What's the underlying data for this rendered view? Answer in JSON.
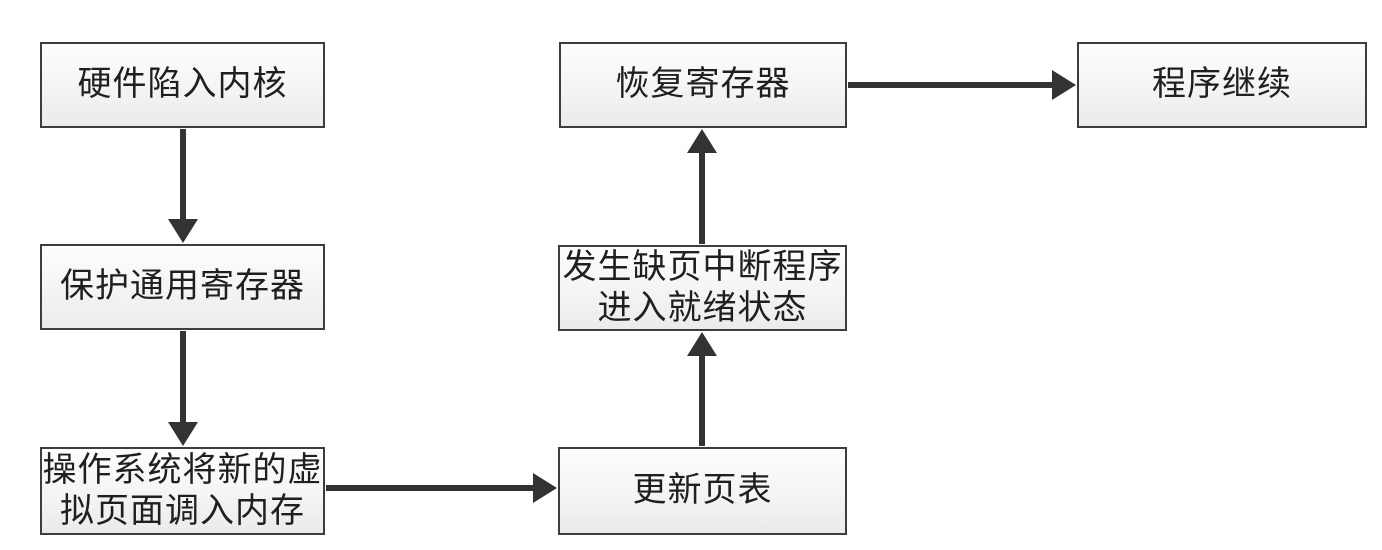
{
  "diagram": {
    "background_color": "#ffffff",
    "node_border_color": "#3d3d3d",
    "node_fill_top": "#fdfdfd",
    "node_fill_bottom": "#ebebeb",
    "arrow_color": "#333333",
    "text_color": "#1f1f1f",
    "nodes": [
      {
        "id": "hardware-trap",
        "label": "硬件陷入内核"
      },
      {
        "id": "save-registers",
        "label": "保护通用寄存器"
      },
      {
        "id": "os-load-page",
        "label": "操作系统将新的虚\n拟页面调入内存"
      },
      {
        "id": "update-page-table",
        "label": "更新页表"
      },
      {
        "id": "process-ready",
        "label": "发生缺页中断程序\n进入就绪状态"
      },
      {
        "id": "restore-registers",
        "label": "恢复寄存器"
      },
      {
        "id": "program-continue",
        "label": "程序继续"
      }
    ],
    "edges": [
      {
        "from": "hardware-trap",
        "to": "save-registers",
        "direction": "down"
      },
      {
        "from": "save-registers",
        "to": "os-load-page",
        "direction": "down"
      },
      {
        "from": "os-load-page",
        "to": "update-page-table",
        "direction": "right"
      },
      {
        "from": "update-page-table",
        "to": "process-ready",
        "direction": "up"
      },
      {
        "from": "process-ready",
        "to": "restore-registers",
        "direction": "up"
      },
      {
        "from": "restore-registers",
        "to": "program-continue",
        "direction": "right"
      }
    ]
  }
}
